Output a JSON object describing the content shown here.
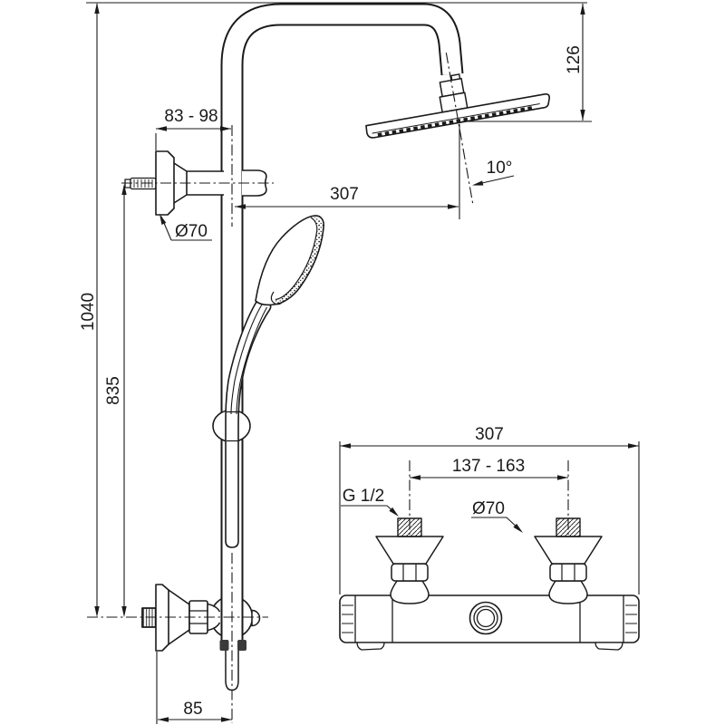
{
  "meta": {
    "drawing_type": "technical dimension drawing",
    "subject": "exposed shower system with overhead shower, hand shower and thermostatic mixer",
    "ink_color": "#1a1a1a",
    "background_color": "#ffffff",
    "clamp_fill_color": "#3a3a3a"
  },
  "main_view": {
    "label": "shower column side view",
    "dims": {
      "total_height": "1040",
      "rail_length": "835",
      "top_bracket_depth": "83 - 98",
      "top_escutcheon_dia": "Ø70",
      "arm_reach": "307",
      "head_drop": "126",
      "head_tilt": "10°",
      "bottom_offset": "85"
    }
  },
  "detail_view": {
    "label": "mixer valve front view",
    "dims": {
      "body_width": "307",
      "inlet_spacing": "137 - 163",
      "inlet_thread": "G 1/2",
      "escutcheon_dia": "Ø70"
    }
  }
}
